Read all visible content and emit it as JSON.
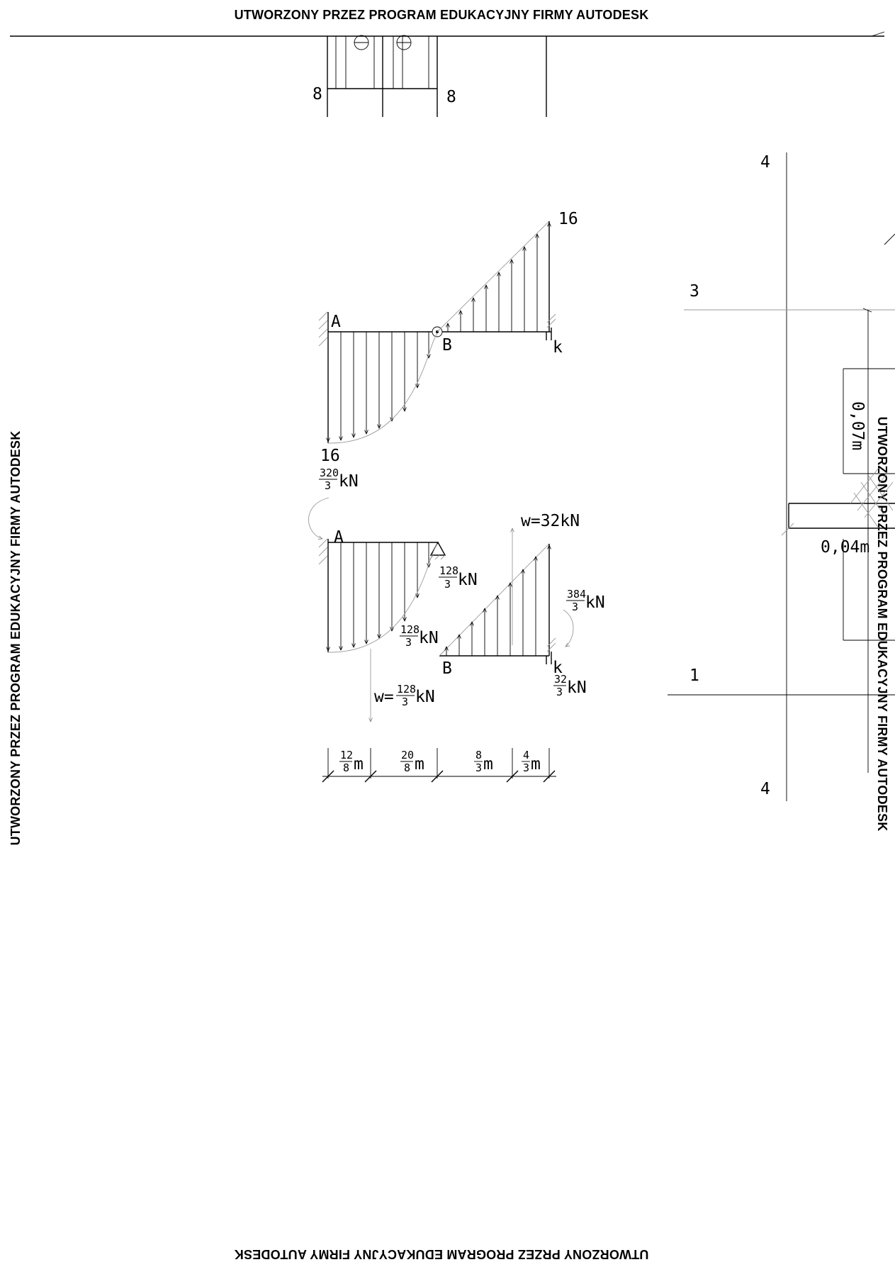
{
  "watermark": {
    "text": "UTWORZONY PRZEZ PROGRAM EDUKACYJNY FIRMY AUTODESK"
  },
  "top_detail": {
    "left_label": "8",
    "right_label": "8",
    "symbol": "⊖"
  },
  "diagram1": {
    "label_a": "A",
    "label_b": "B",
    "label_k": "k",
    "value_top": "16",
    "value_bottom": "16"
  },
  "diagram2": {
    "moment_a": {
      "num": "320",
      "den": "3",
      "unit": "kN"
    },
    "label_a": "A",
    "label_b": "B",
    "label_k": "k",
    "reaction_b": {
      "num": "128",
      "den": "3",
      "unit": "kN"
    },
    "shear_left": {
      "num": "128",
      "den": "3",
      "unit": "kN"
    },
    "resultant_left": {
      "prefix": "w=",
      "num": "128",
      "den": "3",
      "unit": "kN"
    },
    "resultant_right": "w=32kN",
    "moment_k": {
      "num": "384",
      "den": "3",
      "unit": "kN"
    },
    "reaction_k": {
      "num": "32",
      "den": "3",
      "unit": "kN"
    }
  },
  "dimensions": [
    {
      "num": "12",
      "den": "8",
      "unit": "m"
    },
    {
      "num": "20",
      "den": "8",
      "unit": "m"
    },
    {
      "num": "8",
      "den": "3",
      "unit": "m"
    },
    {
      "num": "4",
      "den": "3",
      "unit": "m"
    }
  ],
  "section_detail": {
    "label_4_top": "4",
    "label_3": "3",
    "label_1": "1",
    "label_4_bottom": "4",
    "dim_vertical": "0,07m",
    "dim_horizontal": "0,04m"
  }
}
